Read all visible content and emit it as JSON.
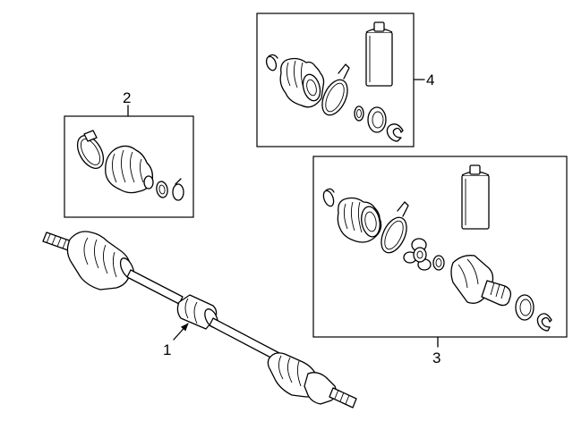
{
  "callouts": {
    "axle_shaft": "1",
    "outer_boot_kit": "2",
    "inner_joint_kit": "3",
    "inner_boot_kit": "4"
  }
}
